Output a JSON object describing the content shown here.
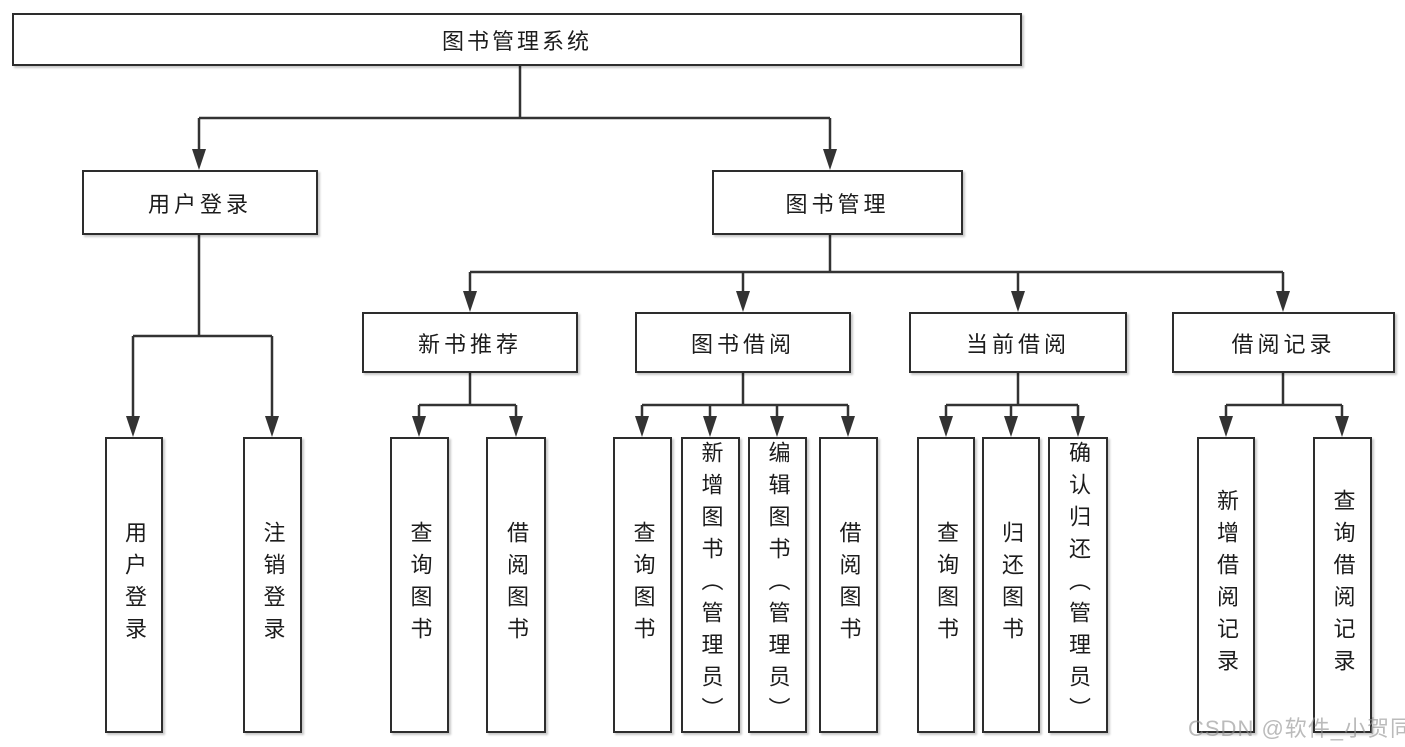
{
  "diagram_type": "hierarchy-tree",
  "tree": {
    "label": "图书管理系统",
    "children": [
      {
        "label": "用户登录",
        "children": [
          {
            "label": "用户登录"
          },
          {
            "label": "注销登录"
          }
        ]
      },
      {
        "label": "图书管理",
        "children": [
          {
            "label": "新书推荐",
            "children": [
              {
                "label": "查询图书"
              },
              {
                "label": "借阅图书"
              }
            ]
          },
          {
            "label": "图书借阅",
            "children": [
              {
                "label": "查询图书"
              },
              {
                "label": "新增图书（管理员）"
              },
              {
                "label": "编辑图书（管理员）"
              },
              {
                "label": "借阅图书"
              }
            ]
          },
          {
            "label": "当前借阅",
            "children": [
              {
                "label": "查询图书"
              },
              {
                "label": "归还图书"
              },
              {
                "label": "确认归还（管理员）"
              }
            ]
          },
          {
            "label": "借阅记录",
            "children": [
              {
                "label": "新增借阅记录"
              },
              {
                "label": "查询借阅记录"
              }
            ]
          }
        ]
      }
    ]
  },
  "watermark": {
    "text": "CSDN @软件_小贺同学"
  },
  "colors": {
    "background": "#ffffff",
    "line": "#333333",
    "box_border": "#2d2d2d",
    "text": "#1c1c1c",
    "watermark": "#b3b3b3"
  }
}
